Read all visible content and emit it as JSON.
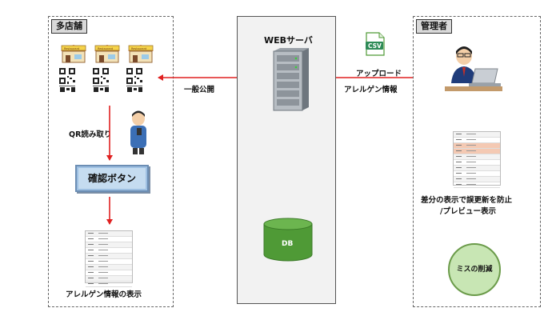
{
  "panels": {
    "stores": {
      "title": "多店舗"
    },
    "admin": {
      "title": "管理者"
    }
  },
  "store_sign": "Restaurant",
  "server": {
    "label": "WEBサーバ"
  },
  "database": {
    "label": "DB"
  },
  "file": {
    "badge": "CSV"
  },
  "arrows": {
    "publish": "一般公開",
    "upload_line1": "アップロード",
    "upload_line2": "アレルゲン情報"
  },
  "steps": {
    "qr_read": "QR読み取り",
    "confirm_button": "確認ボタン",
    "allergen_display": "アレルゲン情報の表示",
    "diff_line1": "差分の表示で誤更新を防止",
    "diff_line2": "/プレビュー表示",
    "result": "ミスの削減"
  },
  "colors": {
    "arrow": "#e02020",
    "db": "#4f9a36",
    "button": "#c5dcf0",
    "result_circle": "#c8e6b4",
    "csv": "#2e8b57"
  }
}
